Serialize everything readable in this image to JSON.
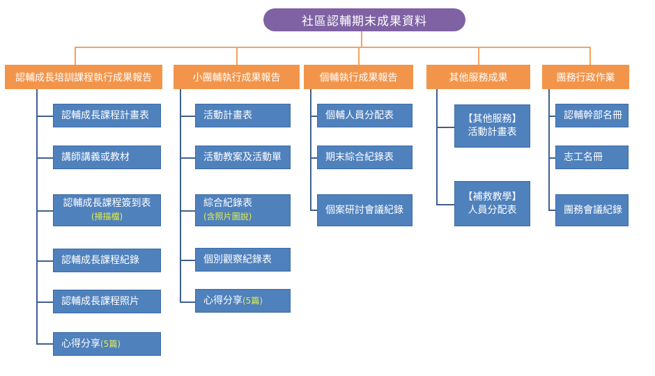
{
  "root": {
    "label": "社區認輔期末成果資料"
  },
  "categories": [
    {
      "label": "認輔成長培訓課程執行成果報告",
      "items": [
        {
          "text": "認輔成長課程計畫表"
        },
        {
          "text": "講師講義或教材"
        },
        {
          "text": "認輔成長課程簽到表",
          "note": "(掃描檔)"
        },
        {
          "text": "認輔成長課程紀錄"
        },
        {
          "text": "認輔成長課程照片"
        },
        {
          "text": "心得分享",
          "note": "(5篇)"
        }
      ]
    },
    {
      "label": "小團輔執行成果報告",
      "items": [
        {
          "text": "活動計畫表"
        },
        {
          "text": "活動教案及活動單"
        },
        {
          "text": "綜合紀錄表",
          "note": "(含照片圖說)"
        },
        {
          "text": "個別觀察紀錄表"
        },
        {
          "text": "心得分享",
          "note": "(5篇)"
        }
      ]
    },
    {
      "label": "個輔執行成果報告",
      "items": [
        {
          "text": "個輔人員分配表"
        },
        {
          "text": "期末綜合紀錄表"
        },
        {
          "text": "個案研討會議紀錄"
        }
      ]
    },
    {
      "label": "其他服務成果",
      "items": [
        {
          "text": "【其他服務】",
          "text2": "活動計畫表"
        },
        {
          "text": "【補救教學】",
          "text2": "人員分配表"
        }
      ]
    },
    {
      "label": "團務行政作業",
      "items": [
        {
          "text": "認輔幹部名冊"
        },
        {
          "text": "志工名冊"
        },
        {
          "text": "團務會議紀錄"
        }
      ]
    }
  ],
  "colors": {
    "root": "#7e62a3",
    "category": "#f2954b",
    "item": "#4f81bd",
    "connector_top": "#f2a25c",
    "connector_branch": "#3d5f8f",
    "note": "#e5ee4c"
  }
}
